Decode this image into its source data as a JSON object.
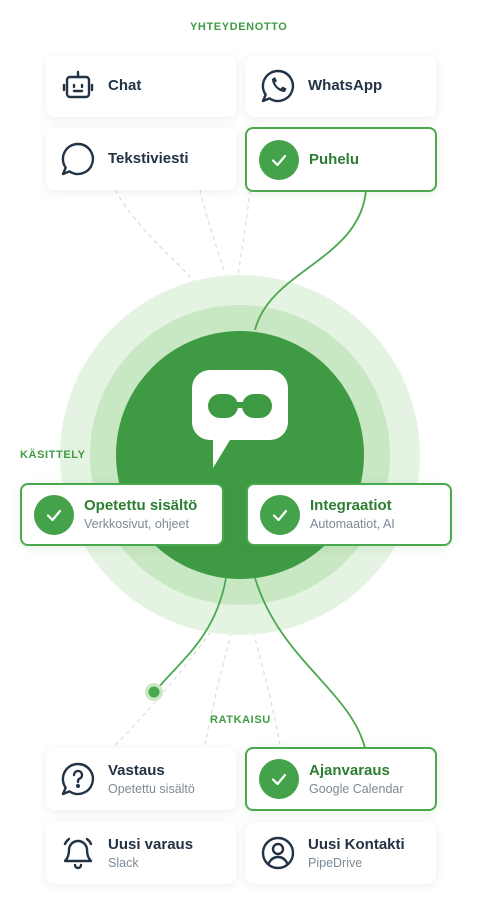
{
  "sections": {
    "contact": "YHTEYDENOTTO",
    "processing": "KÄSITTELY",
    "resolution": "RATKAISU"
  },
  "channels": {
    "chat": {
      "title": "Chat",
      "icon": "robot-icon"
    },
    "whatsapp": {
      "title": "WhatsApp",
      "icon": "whatsapp-icon"
    },
    "sms": {
      "title": "Tekstiviesti",
      "icon": "speech-bubble-icon"
    },
    "call": {
      "title": "Puhelu",
      "icon": "check-icon",
      "active": true
    }
  },
  "processing": {
    "content": {
      "title": "Opetettu sisältö",
      "subtitle": "Verkkosivut, ohjeet",
      "icon": "check-icon",
      "active": true
    },
    "integrations": {
      "title": "Integraatiot",
      "subtitle": "Automaatiot, AI",
      "icon": "check-icon",
      "active": true
    }
  },
  "outcomes": {
    "answer": {
      "title": "Vastaus",
      "subtitle": "Opetettu sisältö",
      "icon": "question-icon"
    },
    "booking": {
      "title": "Ajanvaraus",
      "subtitle": "Google Calendar",
      "icon": "check-icon",
      "active": true
    },
    "new_booking": {
      "title": "Uusi varaus",
      "subtitle": "Slack",
      "icon": "bell-icon"
    },
    "new_contact": {
      "title": "Uusi Kontakti",
      "subtitle": "PipeDrive",
      "icon": "user-circle-icon"
    }
  },
  "hub": {
    "icon": "chatbot-logo-icon"
  },
  "colors": {
    "accent": "#44a24a",
    "ring_outer": "#e3f3e0",
    "ring_mid": "#c6e6c1",
    "core": "#3d9a43",
    "dashed": "#d8dcd8",
    "label": "#3f9b45"
  }
}
